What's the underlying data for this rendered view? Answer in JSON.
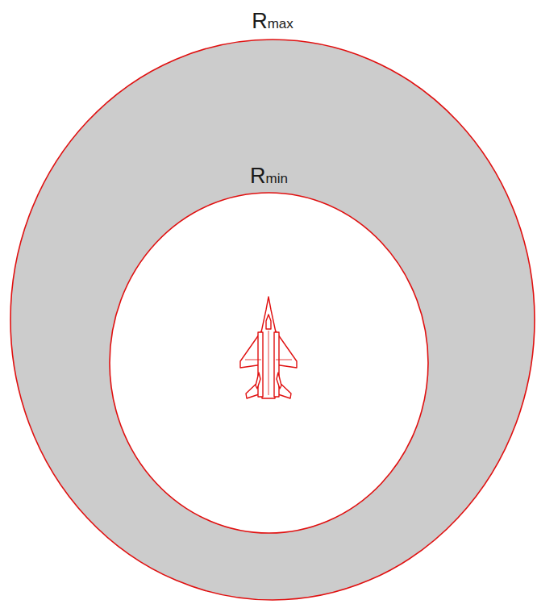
{
  "diagram": {
    "nodes": [
      {
        "text": [
          "Rmax"
        ]
      },
      {
        "text": [
          "Rmin"
        ],
        "in": 0
      }
    ]
  }
}
